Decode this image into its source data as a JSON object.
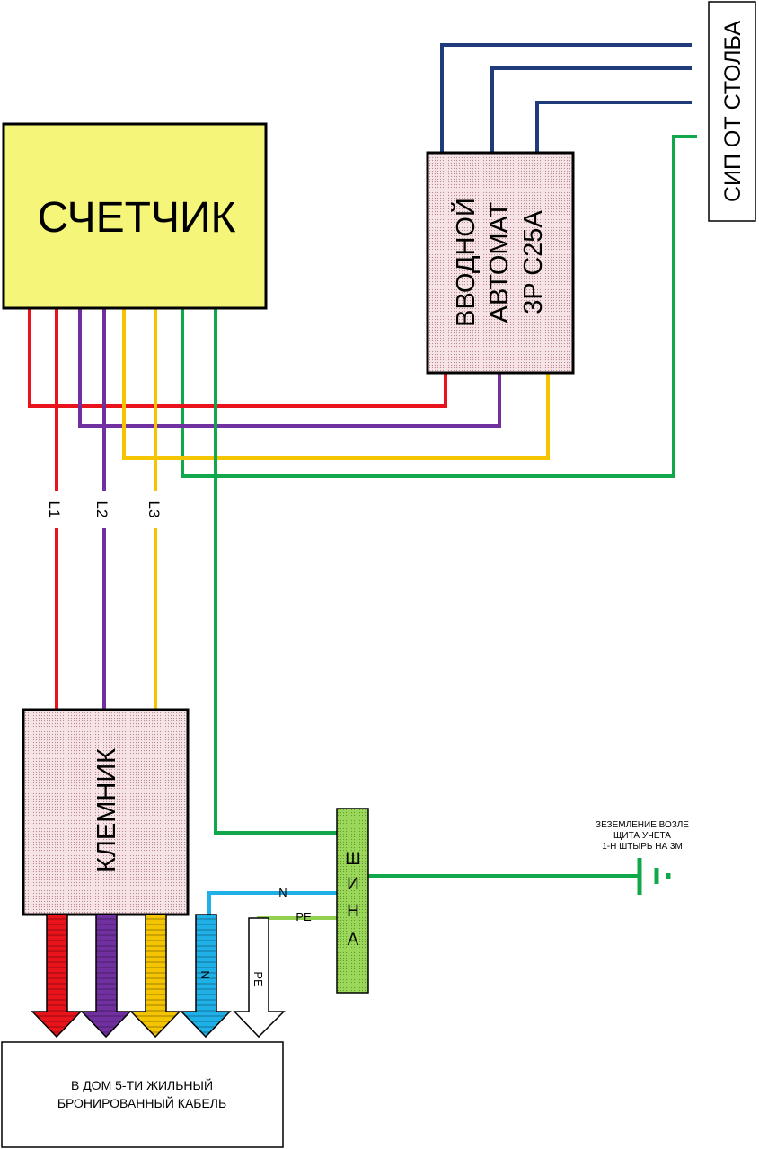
{
  "meter": {
    "label": "СЧЕТЧИК"
  },
  "input_breaker": {
    "line1": "ВВОДНОЙ",
    "line2": "АВТОМАТ",
    "line3": "3P C25A"
  },
  "sip_cable": {
    "label": "СИП ОТ СТОЛБА"
  },
  "terminal_block": {
    "label": "КЛЕМНИК"
  },
  "busbar": {
    "letters": [
      "Ш",
      "И",
      "Н",
      "А"
    ]
  },
  "phase_labels": {
    "l1": "L1",
    "l2": "L2",
    "l3": "L3"
  },
  "neutral_label": "N",
  "pe_label": "PE",
  "arrow_labels": {
    "n": "N",
    "pe": "PE"
  },
  "grounding_note": {
    "line1": "ЗЕЗЕМЛЕНИЕ ВОЗЛЕ",
    "line2": "ЩИТА УЧЕТА",
    "line3": "1-Н ШТЫРЬ НА 3М"
  },
  "house_cable": {
    "line1": "В ДОМ 5-ТИ ЖИЛЬНЫЙ",
    "line2": "БРОНИРОВАННЫЙ КАБЕЛЬ"
  },
  "colors": {
    "l1": "#e8131b",
    "l2": "#7030a0",
    "l3": "#f5c400",
    "neutral": "#10a84a",
    "neutral_out": "#1fb0e8",
    "pe": "#92d050",
    "sip": "#1f3b7a",
    "meter_fill": "#f4f579",
    "device_fill": "#f4d9dc",
    "busbar_fill": "#8fd04c"
  }
}
